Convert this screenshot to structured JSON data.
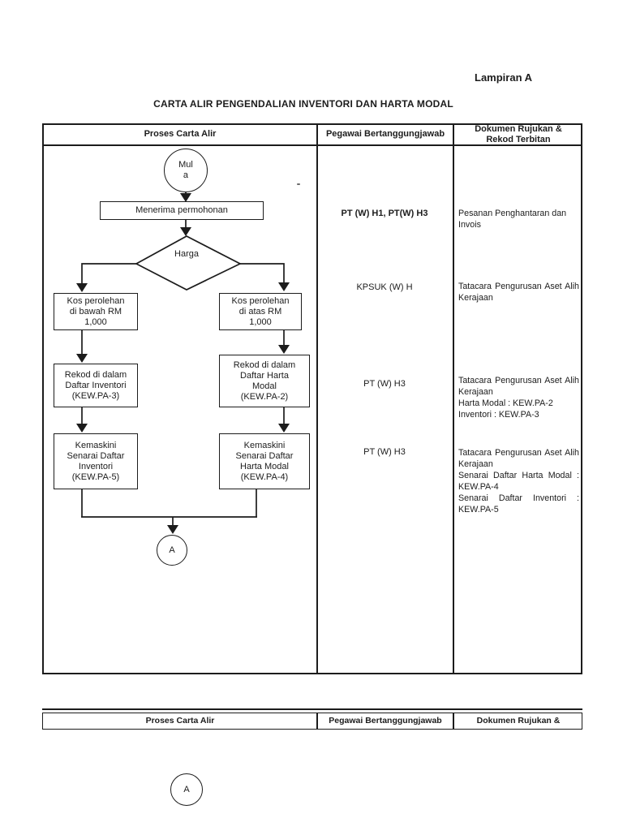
{
  "page": {
    "appendix_label": "Lampiran A",
    "title": "CARTA ALIR PENGENDALIAN INVENTORI DAN HARTA MODAL"
  },
  "colors": {
    "ink": "#1c1c1c",
    "paper": "#ffffff"
  },
  "table_headers": {
    "process": "Proses Carta Alir",
    "officer": "Pegawai Bertanggungjawab",
    "documents": "Dokumen Rujukan &\nRekod Terbitan"
  },
  "flowchart": {
    "start": "Mul\na",
    "step_receive": "Menerima permohonan",
    "decision": "Harga",
    "branch_below": "Kos perolehan\ndi bawah RM\n1,000",
    "branch_above": "Kos perolehan\ndi atas RM\n1,000",
    "record_inventory": "Rekod di dalam\nDaftar Inventori\n(KEW.PA-3)",
    "record_asset": "Rekod di dalam\nDaftar  Harta\nModal\n(KEW.PA-2)",
    "update_inventory": "Kemaskini\nSenarai Daftar\nInventori\n(KEW.PA-5)",
    "update_asset": "Kemaskini\nSenarai  Daftar\nHarta Modal\n(KEW.PA-4)",
    "connector": "A"
  },
  "officer_entries": [
    "PT (W) H1, PT(W) H3",
    "KPSUK (W) H",
    "PT (W) H3",
    "PT (W) H3"
  ],
  "document_entries": {
    "row1": [
      "Pesanan Penghantaran dan Invois"
    ],
    "row2": [
      "Tatacara Pengurusan Aset Alih Kerajaan"
    ],
    "row3": [
      "Tatacara Pengurusan Aset Alih Kerajaan",
      "Harta Modal : KEW.PA-2",
      "Inventori : KEW.PA-3"
    ],
    "row4": [
      "Tatacara Pengurusan Aset Alih Kerajaan",
      "Senarai Daftar Harta Modal : KEW.PA-4",
      "Senarai Daftar Inventori : KEW.PA-5"
    ]
  },
  "next_table_headers": {
    "process": "Proses Carta Alir",
    "officer": "Pegawai Bertanggungjawab",
    "documents": "Dokumen Rujukan &"
  },
  "next_connector": "A"
}
